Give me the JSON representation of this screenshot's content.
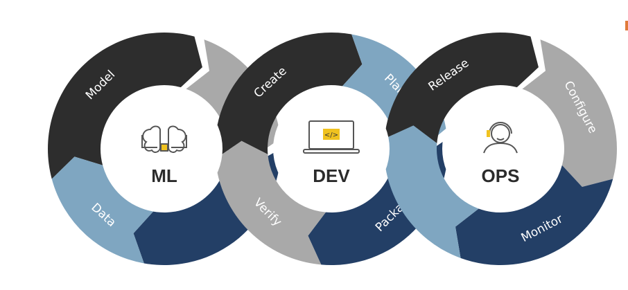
{
  "colors": {
    "dark": "#2d2d2d",
    "gray": "#a9a9a9",
    "navy": "#233f66",
    "light": "#7fa6c1",
    "accent": "#f0c21f"
  },
  "cycles": [
    {
      "hub": "ML",
      "icon": "brain-chip-icon",
      "segments": [
        {
          "label": "Model",
          "color": "dark",
          "a0": 165,
          "a1": 285
        },
        {
          "label": "",
          "color": "gray",
          "a0": 290,
          "a1": 355
        },
        {
          "label": "",
          "color": "navy",
          "a0": 0,
          "a1": 100
        },
        {
          "label": "Data",
          "color": "light",
          "a0": 100,
          "a1": 165
        }
      ]
    },
    {
      "hub": "DEV",
      "icon": "laptop-code-icon",
      "segments": [
        {
          "label": "Create",
          "color": "dark",
          "a0": 175,
          "a1": 280
        },
        {
          "label": "Plan",
          "color": "light",
          "a0": 280,
          "a1": 350
        },
        {
          "label": "Package",
          "color": "navy",
          "a0": 355,
          "a1": 95
        },
        {
          "label": "Verify",
          "color": "gray",
          "a0": 95,
          "a1": 175
        }
      ]
    },
    {
      "hub": "OPS",
      "icon": "support-agent-icon",
      "segments": [
        {
          "label": "Release",
          "color": "dark",
          "a0": 185,
          "a1": 285
        },
        {
          "label": "Configure",
          "color": "gray",
          "a0": 290,
          "a1": 15
        },
        {
          "label": "Monitor",
          "color": "navy",
          "a0": 15,
          "a1": 110
        },
        {
          "label": "",
          "color": "light",
          "a0": 110,
          "a1": 185
        }
      ]
    }
  ]
}
